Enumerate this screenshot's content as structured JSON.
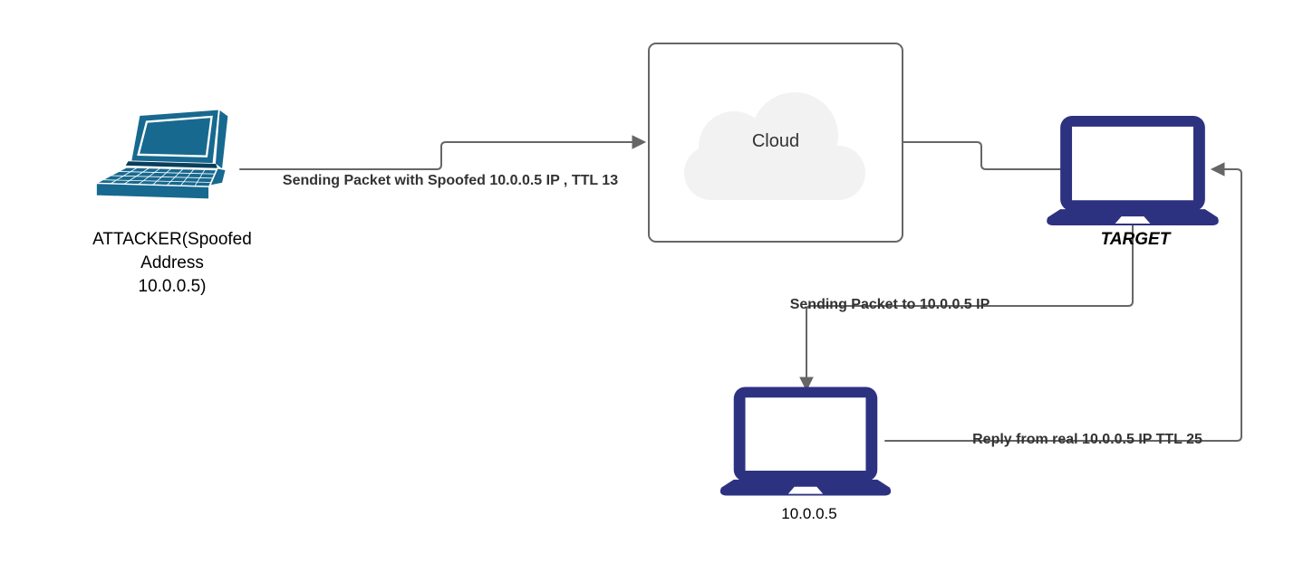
{
  "diagram": {
    "attacker": {
      "label_lines": [
        "ATTACKER(Spoofed",
        "Address",
        "10.0.0.5)"
      ]
    },
    "cloud": {
      "label": "Cloud"
    },
    "target": {
      "label": "TARGET"
    },
    "real_host": {
      "label": "10.0.0.5"
    },
    "edges": {
      "spoofed_packet": {
        "label": "Sending Packet with Spoofed 10.0.0.5 IP , TTL 13"
      },
      "forward_packet": {
        "label": "Sending Packet to 10.0.0.5 IP"
      },
      "reply_packet": {
        "label": "Reply from real 10.0.0.5 IP TTL 25"
      }
    },
    "colors": {
      "attacker_laptop": "#17698f",
      "laptop_navy": "#2d3280",
      "connector": "#666666",
      "edge_label": "#333333",
      "cloud_fill": "#f2f2f2",
      "box_border": "#666666"
    }
  }
}
